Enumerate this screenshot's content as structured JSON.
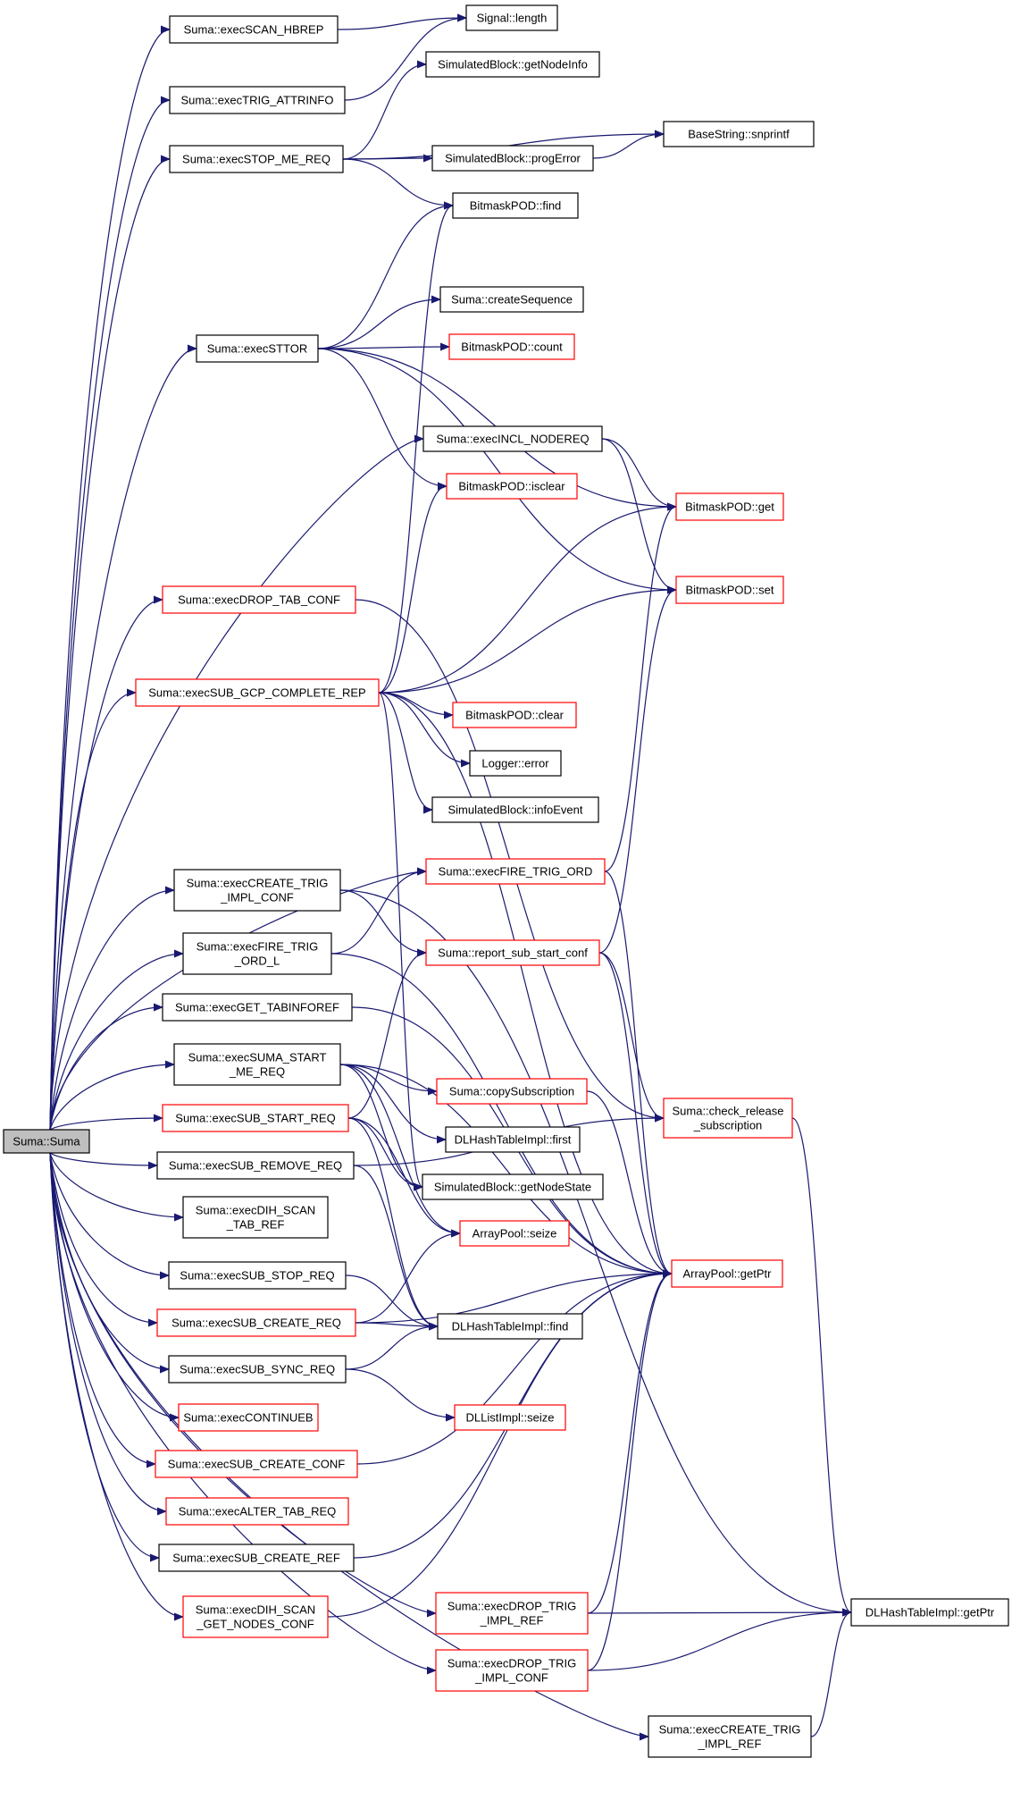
{
  "colors": {
    "edge": "#191970",
    "border_default": "#000000",
    "border_red": "#ff0000",
    "root_fill": "#bfbfbf",
    "node_fill": "#ffffff"
  },
  "nodes": [
    {
      "id": "root",
      "lines": [
        "Suma::Suma"
      ],
      "style": "root"
    },
    {
      "id": "scan_hbrep",
      "lines": [
        "Suma::execSCAN_HBREP"
      ],
      "style": "black"
    },
    {
      "id": "trig_attr",
      "lines": [
        "Suma::execTRIG_ATTRINFO"
      ],
      "style": "black"
    },
    {
      "id": "stop_me",
      "lines": [
        "Suma::execSTOP_ME_REQ"
      ],
      "style": "black"
    },
    {
      "id": "sttor",
      "lines": [
        "Suma::execSTTOR"
      ],
      "style": "black"
    },
    {
      "id": "drop_tab_conf",
      "lines": [
        "Suma::execDROP_TAB_CONF"
      ],
      "style": "red"
    },
    {
      "id": "sub_gcp",
      "lines": [
        "Suma::execSUB_GCP_COMPLETE_REP"
      ],
      "style": "red"
    },
    {
      "id": "create_trig_conf",
      "lines": [
        "Suma::execCREATE_TRIG",
        "_IMPL_CONF"
      ],
      "style": "black"
    },
    {
      "id": "fire_trig_l",
      "lines": [
        "Suma::execFIRE_TRIG",
        "_ORD_L"
      ],
      "style": "black"
    },
    {
      "id": "get_tabinforef",
      "lines": [
        "Suma::execGET_TABINFOREF"
      ],
      "style": "black"
    },
    {
      "id": "suma_start",
      "lines": [
        "Suma::execSUMA_START",
        "_ME_REQ"
      ],
      "style": "black"
    },
    {
      "id": "sub_start",
      "lines": [
        "Suma::execSUB_START_REQ"
      ],
      "style": "red"
    },
    {
      "id": "sub_remove",
      "lines": [
        "Suma::execSUB_REMOVE_REQ"
      ],
      "style": "black"
    },
    {
      "id": "dih_scan_ref",
      "lines": [
        "Suma::execDIH_SCAN",
        "_TAB_REF"
      ],
      "style": "black"
    },
    {
      "id": "sub_stop",
      "lines": [
        "Suma::execSUB_STOP_REQ"
      ],
      "style": "black"
    },
    {
      "id": "sub_create_req",
      "lines": [
        "Suma::execSUB_CREATE_REQ"
      ],
      "style": "red"
    },
    {
      "id": "sub_sync",
      "lines": [
        "Suma::execSUB_SYNC_REQ"
      ],
      "style": "black"
    },
    {
      "id": "continueb",
      "lines": [
        "Suma::execCONTINUEB"
      ],
      "style": "red"
    },
    {
      "id": "sub_create_conf",
      "lines": [
        "Suma::execSUB_CREATE_CONF"
      ],
      "style": "red"
    },
    {
      "id": "alter_tab",
      "lines": [
        "Suma::execALTER_TAB_REQ"
      ],
      "style": "red"
    },
    {
      "id": "sub_create_ref",
      "lines": [
        "Suma::execSUB_CREATE_REF"
      ],
      "style": "black"
    },
    {
      "id": "dih_nodes_conf",
      "lines": [
        "Suma::execDIH_SCAN",
        "_GET_NODES_CONF"
      ],
      "style": "red"
    },
    {
      "id": "signal_length",
      "lines": [
        "Signal::length"
      ],
      "style": "black"
    },
    {
      "id": "getnodeinfo",
      "lines": [
        "SimulatedBlock::getNodeInfo"
      ],
      "style": "black"
    },
    {
      "id": "progerror",
      "lines": [
        "SimulatedBlock::progError"
      ],
      "style": "black"
    },
    {
      "id": "snprintf",
      "lines": [
        "BaseString::snprintf"
      ],
      "style": "black"
    },
    {
      "id": "bm_find",
      "lines": [
        "BitmaskPOD::find"
      ],
      "style": "black"
    },
    {
      "id": "createseq",
      "lines": [
        "Suma::createSequence"
      ],
      "style": "black"
    },
    {
      "id": "bm_count",
      "lines": [
        "BitmaskPOD::count"
      ],
      "style": "red"
    },
    {
      "id": "incl_node",
      "lines": [
        "Suma::execINCL_NODEREQ"
      ],
      "style": "black"
    },
    {
      "id": "bm_isclear",
      "lines": [
        "BitmaskPOD::isclear"
      ],
      "style": "red"
    },
    {
      "id": "bm_get",
      "lines": [
        "BitmaskPOD::get"
      ],
      "style": "red"
    },
    {
      "id": "bm_set",
      "lines": [
        "BitmaskPOD::set"
      ],
      "style": "red"
    },
    {
      "id": "bm_clear",
      "lines": [
        "BitmaskPOD::clear"
      ],
      "style": "red"
    },
    {
      "id": "logger_error",
      "lines": [
        "Logger::error"
      ],
      "style": "black"
    },
    {
      "id": "infoevent",
      "lines": [
        "SimulatedBlock::infoEvent"
      ],
      "style": "black"
    },
    {
      "id": "fire_trig_ord",
      "lines": [
        "Suma::execFIRE_TRIG_ORD"
      ],
      "style": "red"
    },
    {
      "id": "report_sub",
      "lines": [
        "Suma::report_sub_start_conf"
      ],
      "style": "red"
    },
    {
      "id": "copysub",
      "lines": [
        "Suma::copySubscription"
      ],
      "style": "red"
    },
    {
      "id": "dlh_first",
      "lines": [
        "DLHashTableImpl::first"
      ],
      "style": "black"
    },
    {
      "id": "getnodestate",
      "lines": [
        "SimulatedBlock::getNodeState"
      ],
      "style": "black"
    },
    {
      "id": "ap_seize",
      "lines": [
        "ArrayPool::seize"
      ],
      "style": "red"
    },
    {
      "id": "dlh_find",
      "lines": [
        "DLHashTableImpl::find"
      ],
      "style": "black"
    },
    {
      "id": "dll_seize",
      "lines": [
        "DLListImpl::seize"
      ],
      "style": "red"
    },
    {
      "id": "check_release",
      "lines": [
        "Suma::check_release",
        "_subscription"
      ],
      "style": "red"
    },
    {
      "id": "ap_getptr",
      "lines": [
        "ArrayPool::getPtr"
      ],
      "style": "red"
    },
    {
      "id": "drop_trig_ref",
      "lines": [
        "Suma::execDROP_TRIG",
        "_IMPL_REF"
      ],
      "style": "red"
    },
    {
      "id": "drop_trig_conf",
      "lines": [
        "Suma::execDROP_TRIG",
        "_IMPL_CONF"
      ],
      "style": "red"
    },
    {
      "id": "create_trig_ref",
      "lines": [
        "Suma::execCREATE_TRIG",
        "_IMPL_REF"
      ],
      "style": "black"
    },
    {
      "id": "dlh_getptr",
      "lines": [
        "DLHashTableImpl::getPtr"
      ],
      "style": "black"
    }
  ],
  "edges": [
    [
      "root",
      "scan_hbrep"
    ],
    [
      "root",
      "trig_attr"
    ],
    [
      "root",
      "stop_me"
    ],
    [
      "root",
      "sttor"
    ],
    [
      "root",
      "incl_node"
    ],
    [
      "root",
      "drop_tab_conf"
    ],
    [
      "root",
      "sub_gcp"
    ],
    [
      "root",
      "fire_trig_ord"
    ],
    [
      "root",
      "create_trig_conf"
    ],
    [
      "root",
      "fire_trig_l"
    ],
    [
      "root",
      "get_tabinforef"
    ],
    [
      "root",
      "suma_start"
    ],
    [
      "root",
      "sub_start"
    ],
    [
      "root",
      "sub_remove"
    ],
    [
      "root",
      "dih_scan_ref"
    ],
    [
      "root",
      "sub_stop"
    ],
    [
      "root",
      "sub_create_req"
    ],
    [
      "root",
      "sub_sync"
    ],
    [
      "root",
      "continueb"
    ],
    [
      "root",
      "sub_create_conf"
    ],
    [
      "root",
      "alter_tab"
    ],
    [
      "root",
      "sub_create_ref"
    ],
    [
      "root",
      "dih_nodes_conf"
    ],
    [
      "root",
      "drop_trig_ref"
    ],
    [
      "root",
      "drop_trig_conf"
    ],
    [
      "root",
      "create_trig_ref"
    ],
    [
      "scan_hbrep",
      "signal_length"
    ],
    [
      "trig_attr",
      "signal_length"
    ],
    [
      "stop_me",
      "getnodeinfo"
    ],
    [
      "stop_me",
      "snprintf"
    ],
    [
      "stop_me",
      "progerror"
    ],
    [
      "stop_me",
      "bm_find"
    ],
    [
      "progerror",
      "snprintf"
    ],
    [
      "sttor",
      "bm_find"
    ],
    [
      "sttor",
      "createseq"
    ],
    [
      "sttor",
      "bm_count"
    ],
    [
      "sttor",
      "bm_isclear"
    ],
    [
      "sttor",
      "bm_get"
    ],
    [
      "sttor",
      "bm_set"
    ],
    [
      "incl_node",
      "bm_get"
    ],
    [
      "incl_node",
      "bm_set"
    ],
    [
      "drop_tab_conf",
      "check_release"
    ],
    [
      "sub_gcp",
      "bm_find"
    ],
    [
      "sub_gcp",
      "bm_isclear"
    ],
    [
      "sub_gcp",
      "bm_get"
    ],
    [
      "sub_gcp",
      "bm_set"
    ],
    [
      "sub_gcp",
      "bm_clear"
    ],
    [
      "sub_gcp",
      "logger_error"
    ],
    [
      "sub_gcp",
      "infoevent"
    ],
    [
      "sub_gcp",
      "ap_getptr"
    ],
    [
      "sub_gcp",
      "getnodestate"
    ],
    [
      "create_trig_conf",
      "report_sub"
    ],
    [
      "create_trig_conf",
      "dlh_getptr"
    ],
    [
      "fire_trig_l",
      "fire_trig_ord"
    ],
    [
      "fire_trig_l",
      "ap_getptr"
    ],
    [
      "fire_trig_ord",
      "bm_get"
    ],
    [
      "fire_trig_ord",
      "ap_getptr"
    ],
    [
      "report_sub",
      "bm_set"
    ],
    [
      "report_sub",
      "check_release"
    ],
    [
      "report_sub",
      "ap_getptr"
    ],
    [
      "get_tabinforef",
      "ap_getptr"
    ],
    [
      "suma_start",
      "copysub"
    ],
    [
      "suma_start",
      "dlh_first"
    ],
    [
      "suma_start",
      "getnodestate"
    ],
    [
      "suma_start",
      "ap_seize"
    ],
    [
      "suma_start",
      "ap_getptr"
    ],
    [
      "sub_start",
      "report_sub"
    ],
    [
      "sub_start",
      "getnodestate"
    ],
    [
      "sub_start",
      "ap_seize"
    ],
    [
      "sub_start",
      "dlh_find"
    ],
    [
      "sub_remove",
      "check_release"
    ],
    [
      "sub_remove",
      "dlh_find"
    ],
    [
      "copysub",
      "ap_getptr"
    ],
    [
      "sub_stop",
      "dlh_find"
    ],
    [
      "sub_create_req",
      "ap_seize"
    ],
    [
      "sub_create_req",
      "dlh_find"
    ],
    [
      "sub_create_req",
      "ap_getptr"
    ],
    [
      "sub_sync",
      "dlh_find"
    ],
    [
      "sub_sync",
      "dll_seize"
    ],
    [
      "sub_create_conf",
      "ap_getptr"
    ],
    [
      "sub_create_ref",
      "ap_getptr"
    ],
    [
      "dih_nodes_conf",
      "ap_getptr"
    ],
    [
      "check_release",
      "dlh_getptr"
    ],
    [
      "drop_trig_ref",
      "ap_getptr"
    ],
    [
      "drop_trig_ref",
      "dlh_getptr"
    ],
    [
      "drop_trig_conf",
      "ap_getptr"
    ],
    [
      "drop_trig_conf",
      "dlh_getptr"
    ],
    [
      "create_trig_ref",
      "dlh_getptr"
    ]
  ]
}
